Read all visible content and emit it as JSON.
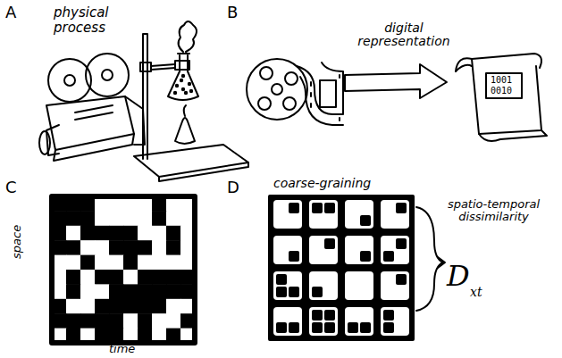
{
  "diagram": {
    "labels": [
      "A",
      "physical process",
      "B",
      "digital representation",
      "1001",
      "0010",
      "C",
      "space",
      "time",
      "D",
      "coarse-graining",
      "spatio-temporal dissimilarity",
      "D",
      "xt"
    ]
  }
}
